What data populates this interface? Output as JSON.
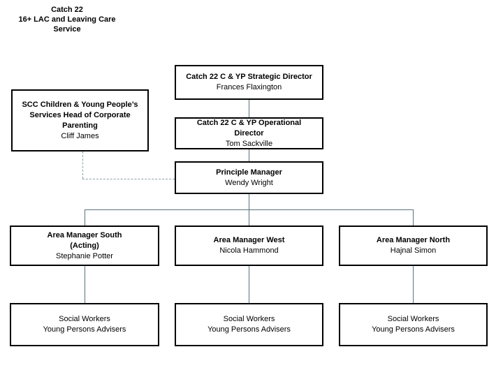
{
  "page_title": {
    "line1": "Catch 22",
    "line2": "16+ LAC and Leaving Care Service"
  },
  "colors": {
    "background": "#ffffff",
    "box_border": "#000000",
    "text": "#000000",
    "connector_solid": "#5a7380",
    "connector_dashed": "#8ba0a8"
  },
  "org_chart": {
    "boxes": {
      "strategic": {
        "title": "Catch 22 C & YP Strategic Director",
        "person": "Frances Flaxington"
      },
      "scc": {
        "title": "SCC Children & Young People’s Services Head of Corporate Parenting",
        "person": "Cliff James"
      },
      "operational": {
        "title": "Catch 22 C & YP Operational Director",
        "person": "Tom Sackville"
      },
      "principle": {
        "title": "Principle Manager",
        "person": "Wendy Wright"
      },
      "area_south": {
        "title": "Area Manager South",
        "subtitle": "(Acting)",
        "person": "Stephanie Potter"
      },
      "area_west": {
        "title": "Area Manager West",
        "person": "Nicola Hammond"
      },
      "area_north": {
        "title": "Area Manager North",
        "person": "Hajnal Simon"
      },
      "social_south": {
        "line1": "Social Workers",
        "line2": "Young Persons Advisers"
      },
      "social_west": {
        "line1": "Social Workers",
        "line2": "Young Persons Advisers"
      },
      "social_north": {
        "line1": "Social Workers",
        "line2": "Young Persons Advisers"
      }
    }
  }
}
